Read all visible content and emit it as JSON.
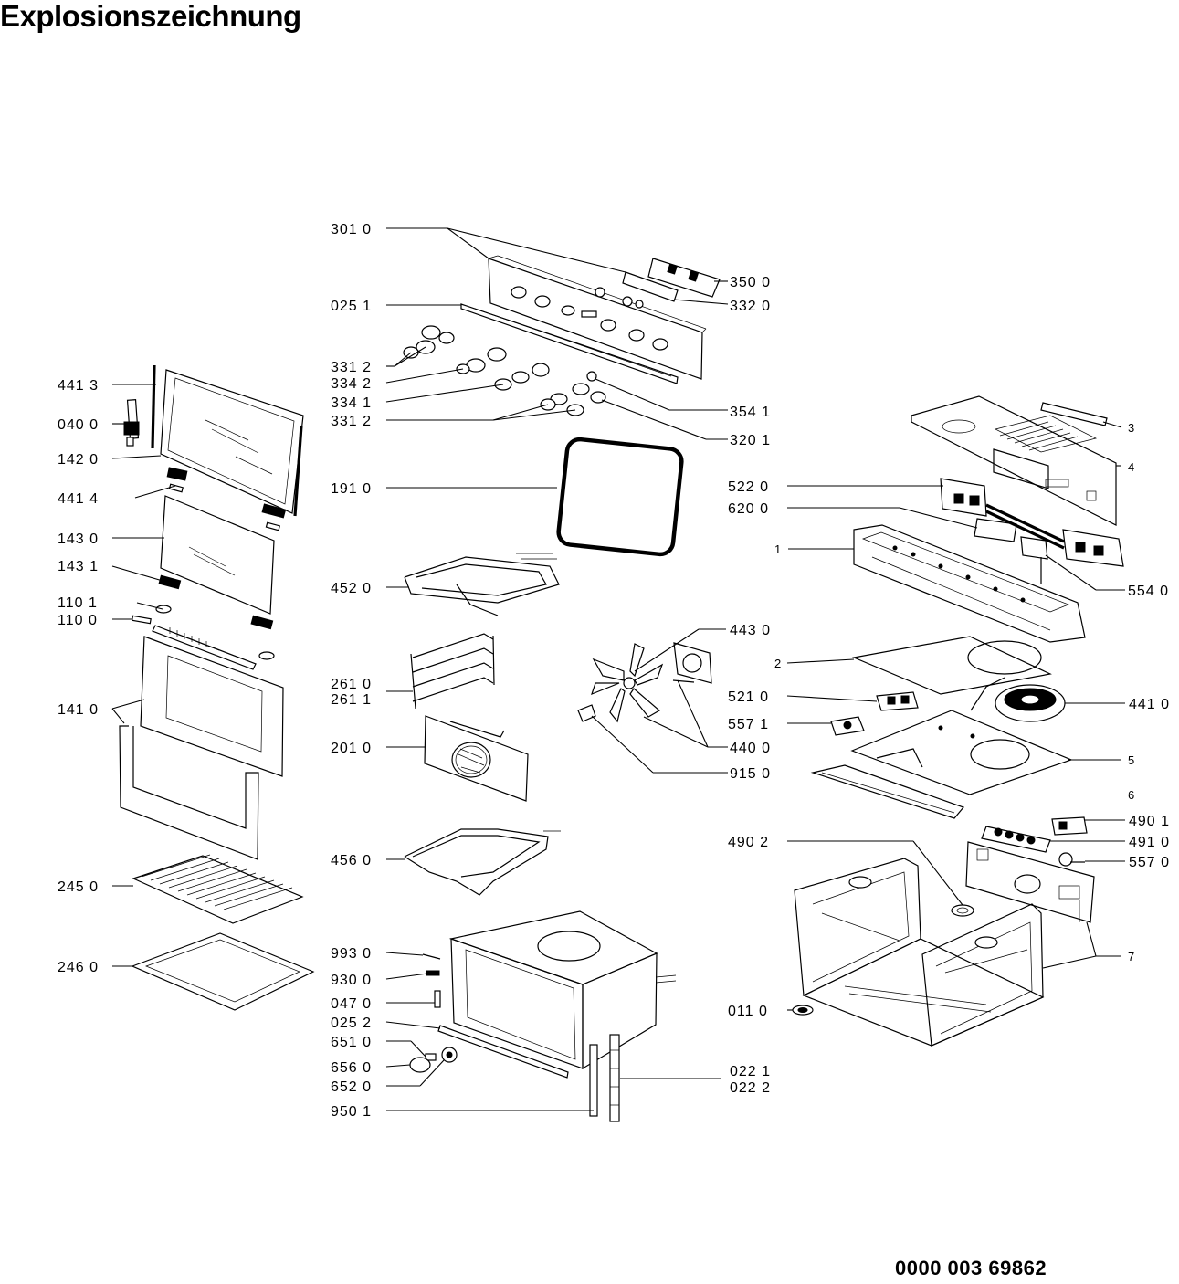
{
  "title": "Explosionszeichnung",
  "document_number": "0000 003 69862",
  "labels": {
    "l4413": "441 3",
    "l0400": "040 0",
    "l1420": "142 0",
    "l4414": "441 4",
    "l1430": "143 0",
    "l1431": "143 1",
    "l1101": "110 1",
    "l1100": "110 0",
    "l1410": "141 0",
    "l2450": "245 0",
    "l2460": "246 0",
    "l3010": "301 0",
    "l0251": "025 1",
    "l3312a": "331 2",
    "l3342": "334 2",
    "l3341": "334 1",
    "l3312b": "331 2",
    "l1910": "191 0",
    "l4520": "452 0",
    "l2610": "261 0",
    "l2611": "261 1",
    "l2010": "201 0",
    "l4560": "456 0",
    "l9930": "993 0",
    "l9300": "930 0",
    "l0470": "047 0",
    "l0252": "025 2",
    "l6510": "651 0",
    "l6560": "656 0",
    "l6520": "652 0",
    "l9501": "950 1",
    "l3500": "350 0",
    "l3320": "332 0",
    "l3541": "354 1",
    "l3201": "320 1",
    "l5220": "522 0",
    "l6200": "620 0",
    "l5540": "554 0",
    "l4430": "443 0",
    "l5210": "521 0",
    "l5571": "557 1",
    "l4400": "440 0",
    "l9150": "915 0",
    "l4102": "441 0",
    "l4902": "490 2",
    "l4901": "490 1",
    "l4910": "491 0",
    "l5570": "557 0",
    "l0110": "011 0",
    "l0221": "022 1",
    "l0222": "022 2",
    "n1": "1",
    "n2": "2",
    "n3": "3",
    "n4": "4",
    "n5": "5",
    "n6": "6",
    "n7": "7"
  }
}
